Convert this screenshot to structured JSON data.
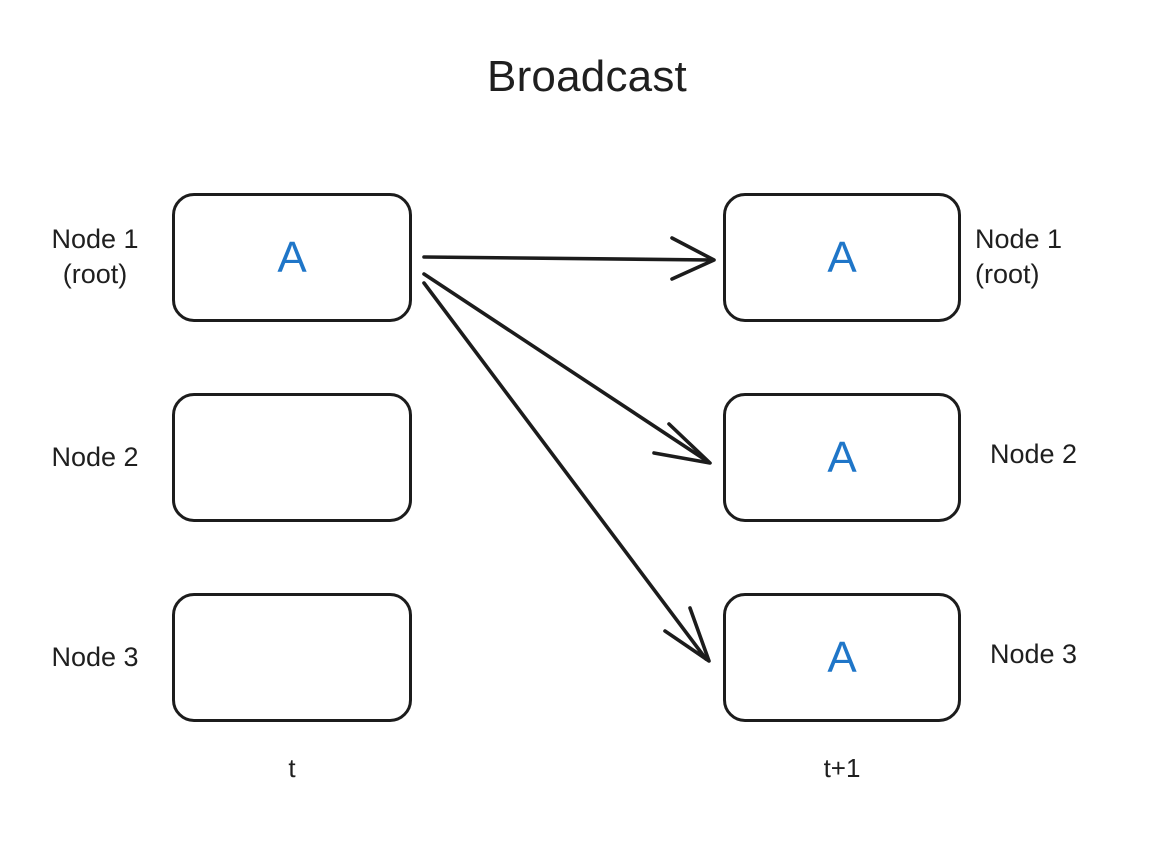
{
  "diagram": {
    "title": "Broadcast",
    "colors": {
      "stroke": "#1c1c1c",
      "value_blue": "#1f76c8",
      "text": "#1f1f1f",
      "background": "#ffffff"
    }
  },
  "columns": {
    "left": {
      "time_label": "t",
      "nodes": [
        {
          "label": "Node 1\n(root)",
          "value": "A"
        },
        {
          "label": "Node 2",
          "value": ""
        },
        {
          "label": "Node 3",
          "value": ""
        }
      ]
    },
    "right": {
      "time_label": "t+1",
      "nodes": [
        {
          "label": "Node 1\n(root)",
          "value": "A"
        },
        {
          "label": "Node 2",
          "value": "A"
        },
        {
          "label": "Node 3",
          "value": "A"
        }
      ]
    }
  },
  "arrows": [
    {
      "name": "arrow-root-to-node1",
      "from": "left-node-1",
      "to": "right-node-1"
    },
    {
      "name": "arrow-root-to-node2",
      "from": "left-node-1",
      "to": "right-node-2"
    },
    {
      "name": "arrow-root-to-node3",
      "from": "left-node-1",
      "to": "right-node-3"
    }
  ]
}
